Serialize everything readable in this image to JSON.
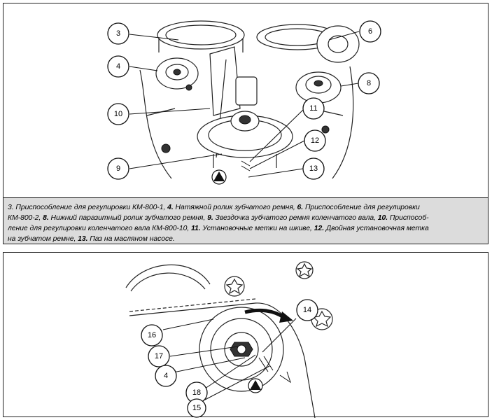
{
  "figure1": {
    "callouts": [
      "3",
      "6",
      "4",
      "8",
      "10",
      "11",
      "12",
      "9",
      "13"
    ]
  },
  "caption": {
    "lines": [
      [
        {
          "t": "3. Приспособление для регулировки КМ-800-1, ",
          "b": false
        },
        {
          "t": "4.",
          "b": true
        },
        {
          "t": " Натяжной ролик зубчатого ремня, ",
          "b": false
        },
        {
          "t": "6.",
          "b": true
        },
        {
          "t": " Приспособление для регулировки",
          "b": false
        }
      ],
      [
        {
          "t": "КМ-800-2, ",
          "b": false
        },
        {
          "t": "8.",
          "b": true
        },
        {
          "t": " Нижний паразитный ролик зубчатого ремня, ",
          "b": false
        },
        {
          "t": "9.",
          "b": true
        },
        {
          "t": " Звездочка зубчатого ремня коленчатого вала, ",
          "b": false
        },
        {
          "t": "10.",
          "b": true
        },
        {
          "t": " Приспособ-",
          "b": false
        }
      ],
      [
        {
          "t": "ление для регулировки коленчатого вала КМ-800-10, ",
          "b": false
        },
        {
          "t": "11.",
          "b": true
        },
        {
          "t": " Установочные метки на шкиве, ",
          "b": false
        },
        {
          "t": "12.",
          "b": true
        },
        {
          "t": " Двойная установочная метка",
          "b": false
        }
      ],
      [
        {
          "t": "на зубчатом ремне, ",
          "b": false
        },
        {
          "t": "13.",
          "b": true
        },
        {
          "t": " Паз на масляном насосе.",
          "b": false
        }
      ]
    ]
  },
  "figure2": {
    "callouts": [
      "14",
      "16",
      "17",
      "4",
      "18",
      "15"
    ]
  }
}
